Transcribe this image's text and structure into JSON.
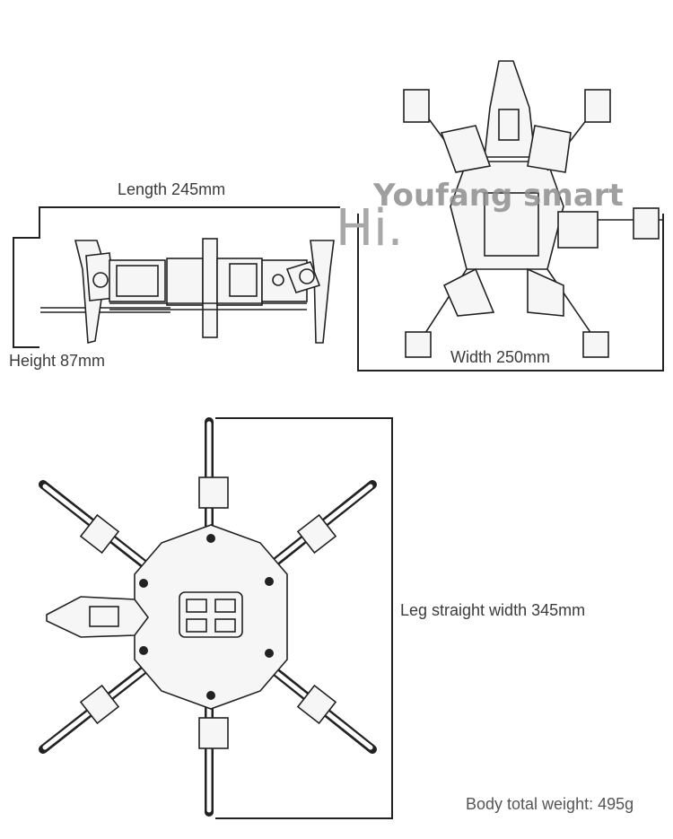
{
  "labels": {
    "length": "Length 245mm",
    "height": "Height 87mm",
    "width": "Width 250mm",
    "leg_width": "Leg straight width 345mm",
    "weight": "Body total weight: 495g"
  },
  "watermark": {
    "brand": "Youfang smart",
    "greeting": "Hi."
  },
  "figures": {
    "side_view": "robot-side-view",
    "top_view_compact": "robot-top-view-folded",
    "top_view_extended": "robot-top-view-legs-straight"
  }
}
